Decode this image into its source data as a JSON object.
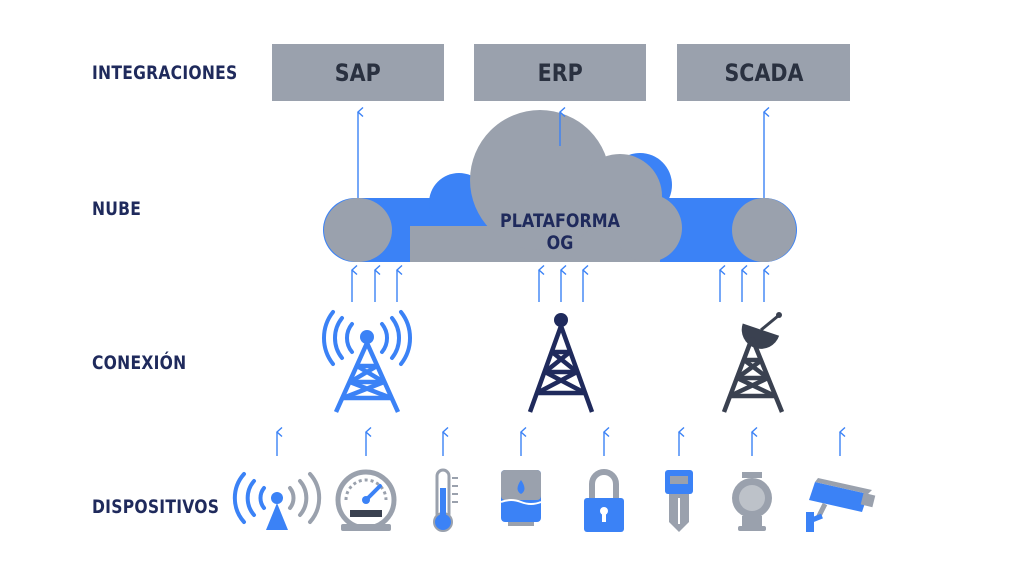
{
  "rows": {
    "integraciones": "INTEGRACIONES",
    "nube": "NUBE",
    "conexion": "CONEXIÓN",
    "dispositivos": "DISPOSITIVOS"
  },
  "integrations": [
    "SAP",
    "ERP",
    "SCADA"
  ],
  "cloud": {
    "label": "PLATAFORMA OG"
  },
  "connection_icons": [
    "radio-tower-icon",
    "cell-tower-icon",
    "satellite-dish-tower-icon"
  ],
  "device_icons": [
    "wireless-sensor-icon",
    "pressure-gauge-icon",
    "thermometer-icon",
    "water-level-sensor-icon",
    "padlock-icon",
    "smart-key-icon",
    "smart-meter-icon",
    "security-camera-icon"
  ],
  "colors": {
    "blue": "#3b82f6",
    "gray": "#9aa1ad",
    "navy": "#1f2a5c",
    "dark": "#3a4150"
  }
}
